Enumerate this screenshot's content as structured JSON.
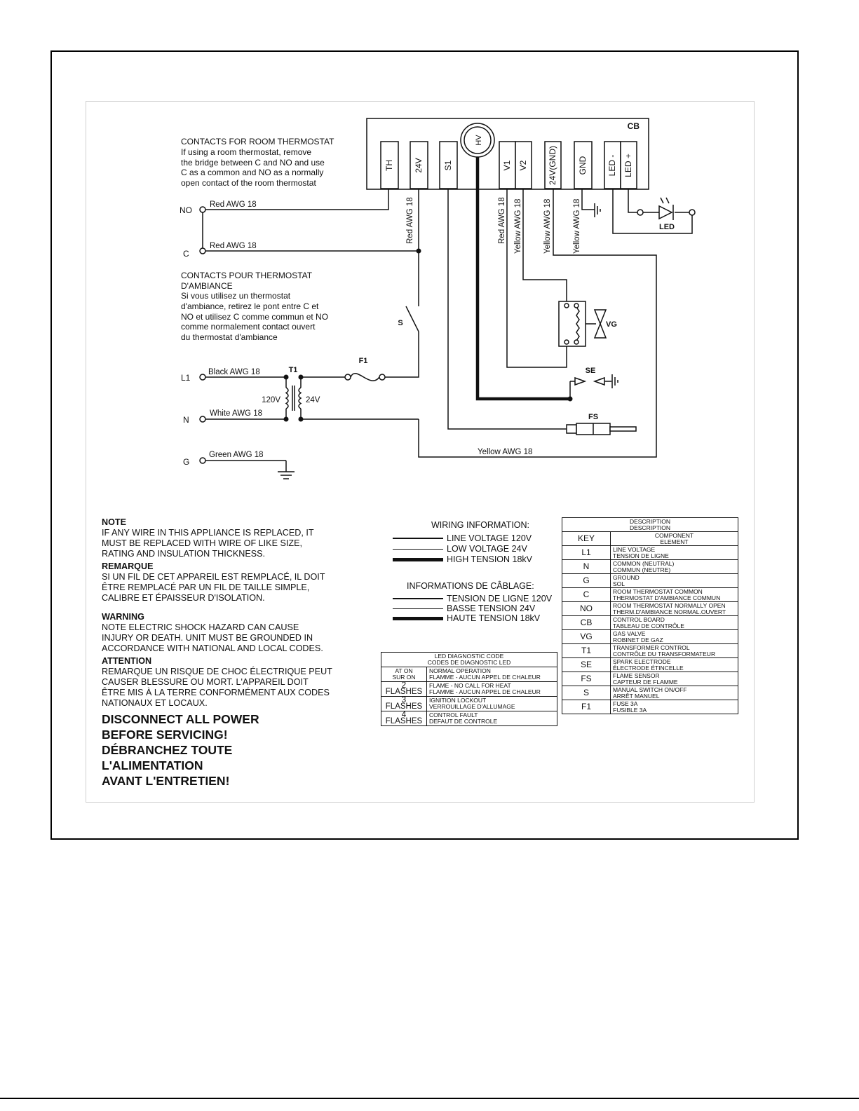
{
  "board": {
    "name": "CB",
    "terminals": [
      "TH",
      "24V",
      "S1",
      "V1",
      "V2",
      "24V(GND)",
      "GND",
      "LED -",
      "LED +"
    ],
    "hv": "HV"
  },
  "wires": {
    "th_wire": "Red AWG 18",
    "c_wire": "Red AWG 18",
    "v24_wire": "Red AWG 18",
    "v1_wire": "Red AWG 18",
    "v2_wire": "Yellow AWG 18",
    "v24gnd_wire": "Yellow AWG 18",
    "gnd_wire": "Yellow AWG 18",
    "l1_wire": "Black AWG 18",
    "n_wire": "White AWG 18",
    "g_wire": "Green AWG 18",
    "s1_return": "Yellow AWG 18"
  },
  "terminals_left": {
    "no": "NO",
    "c": "C",
    "l1": "L1",
    "n": "N",
    "g": "G"
  },
  "components": {
    "led": "LED",
    "vg": "VG",
    "se": "SE",
    "fs": "FS",
    "s": "S",
    "f1": "F1",
    "t1": "T1",
    "t1_primary": "120V",
    "t1_secondary": "24V"
  },
  "room_thermostat_en": {
    "title": "CONTACTS FOR ROOM THERMOSTAT",
    "lines": [
      "If using a room thermostat, remove",
      "the bridge between C and NO and use",
      "C as a common and NO as a normally",
      "open contact of the room thermostat"
    ]
  },
  "room_thermostat_fr": {
    "title": "CONTACTS POUR THERMOSTAT",
    "lines": [
      "D'AMBIANCE",
      "Si vous utilisez un thermostat",
      "d'ambiance, retirez le pont entre C et",
      "NO et utilisez C comme commun et NO",
      "comme normalement contact ouvert",
      "du thermostat d'ambiance"
    ]
  },
  "notes": {
    "note_title": "NOTE",
    "note_body": "IF ANY WIRE IN THIS APPLIANCE IS REPLACED, IT\nMUST BE REPLACED WITH WIRE OF LIKE SIZE,\nRATING AND INSULATION THICKNESS.",
    "remarque_title": "REMARQUE",
    "remarque_body": "SI UN FIL DE CET APPAREIL EST REMPLACÉ, IL DOIT\nÊTRE REMPLACÉ PAR UN FIL DE TAILLE SIMPLE,\nCALIBRE ET ÉPAISSEUR D'ISOLATION.",
    "warning_title": "WARNING",
    "warning_body": "NOTE ELECTRIC SHOCK HAZARD CAN CAUSE\nINJURY OR DEATH. UNIT MUST BE GROUNDED IN\nACCORDANCE WITH NATIONAL AND LOCAL CODES.",
    "attention_title": "ATTENTION",
    "attention_body": "REMARQUE UN RISQUE DE CHOC ÉLECTRIQUE PEUT\nCAUSER BLESSURE OU MORT. L'APPAREIL DOIT\nÊTRE MIS À LA TERRE CONFORMÉMENT AUX CODES\nNATIONAUX ET LOCAUX.",
    "disconnect": "DISCONNECT ALL POWER\nBEFORE SERVICING!\nDÉBRANCHEZ TOUTE\nL'ALIMENTATION\nAVANT L'ENTRETIEN!"
  },
  "wiring_info": {
    "title_en": "WIRING INFORMATION:",
    "en": [
      "LINE VOLTAGE 120V",
      "LOW VOLTAGE 24V",
      "HIGH TENSION 18kV"
    ],
    "title_fr": "INFORMATIONS DE CÂBLAGE:",
    "fr": [
      "TENSION DE LIGNE 120V",
      "BASSE TENSION 24V",
      "HAUTE TENSION 18kV"
    ]
  },
  "led_table": {
    "header": [
      "LED DIAGNOSTIC CODE",
      "CODES DE DIAGNOSTIC LED"
    ],
    "rows": [
      {
        "code": [
          "AT ON",
          "SUR ON"
        ],
        "desc": [
          "NORMAL OPERATION",
          "FLAMME - AUCUN APPEL DE CHALEUR"
        ]
      },
      {
        "code": [
          "2 FLASHES"
        ],
        "desc": [
          "FLAME - NO CALL FOR HEAT",
          "FLAMME - AUCUN APPEL DE CHALEUR"
        ]
      },
      {
        "code": [
          "3 FLASHES"
        ],
        "desc": [
          "IGNITION LOCKOUT",
          "VERROUILLAGE D'ALLUMAGE"
        ]
      },
      {
        "code": [
          "4 FLASHES"
        ],
        "desc": [
          "CONTROL FAULT",
          "DEFAUT DE CONTROLE"
        ]
      }
    ]
  },
  "key_table": {
    "header": [
      "DESCRIPTION",
      "DESCRIPTION"
    ],
    "key_label": "KEY",
    "key_desc": [
      "COMPONENT",
      "ELEMENT"
    ],
    "rows": [
      {
        "key": "L1",
        "desc": [
          "LINE VOLTAGE",
          "TENSION DE LIGNE"
        ]
      },
      {
        "key": "N",
        "desc": [
          "COMMON (NEUTRAL)",
          "COMMUN (NEUTRE)"
        ]
      },
      {
        "key": "G",
        "desc": [
          "GROUND",
          "SOL"
        ]
      },
      {
        "key": "C",
        "desc": [
          "ROOM THERMOSTAT COMMON",
          "THERMOSTAT D'AMBIANCE COMMUN"
        ]
      },
      {
        "key": "NO",
        "desc": [
          "ROOM THERMOSTAT NORMALLY OPEN",
          "THERM.D'AMBIANCE NORMAL.OUVERT"
        ]
      },
      {
        "key": "CB",
        "desc": [
          "CONTROL BOARD",
          "TABLEAU DE CONTRÔLE"
        ]
      },
      {
        "key": "VG",
        "desc": [
          "GAS VALVE",
          "ROBINET DE GAZ"
        ]
      },
      {
        "key": "T1",
        "desc": [
          "TRANSFORMER CONTROL",
          "CONTRÔLE DU TRANSFORMATEUR"
        ]
      },
      {
        "key": "SE",
        "desc": [
          "SPARK ELECTRODE",
          "ÉLECTRODE ÉTINCELLE"
        ]
      },
      {
        "key": "FS",
        "desc": [
          "FLAME SENSOR",
          "CAPTEUR DE FLAMME"
        ]
      },
      {
        "key": "S",
        "desc": [
          "MANUAL SWITCH ON/OFF",
          "ARRÊT MANUEL"
        ]
      },
      {
        "key": "F1",
        "desc": [
          "FUSE 3A",
          "FUSIBLE 3A"
        ]
      }
    ]
  }
}
